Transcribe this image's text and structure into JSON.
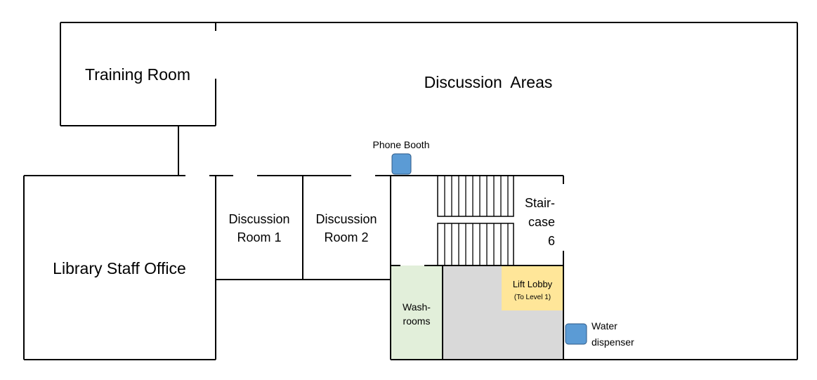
{
  "rooms": {
    "training_room": "Training Room",
    "discussion_areas": "Discussion  Areas",
    "library_staff_office": "Library Staff Office",
    "discussion_room_1": [
      "Discussion",
      "Room 1"
    ],
    "discussion_room_2": [
      "Discussion",
      "Room 2"
    ],
    "staircase": [
      "Stair-",
      "case",
      "6"
    ],
    "washrooms": [
      "Wash-",
      "rooms"
    ],
    "lift_lobby": "Lift Lobby",
    "lift_lobby_note": "(To Level 1)"
  },
  "markers": {
    "phone_booth": "Phone Booth",
    "water_dispenser": [
      "Water",
      "dispenser"
    ]
  },
  "colors": {
    "marker_fill": "#5b9bd5",
    "marker_stroke": "#2e5a87",
    "washroom_fill": "#e2efda",
    "lift_area_fill": "#d9d9d9",
    "lift_lobby_fill": "#ffe699"
  }
}
